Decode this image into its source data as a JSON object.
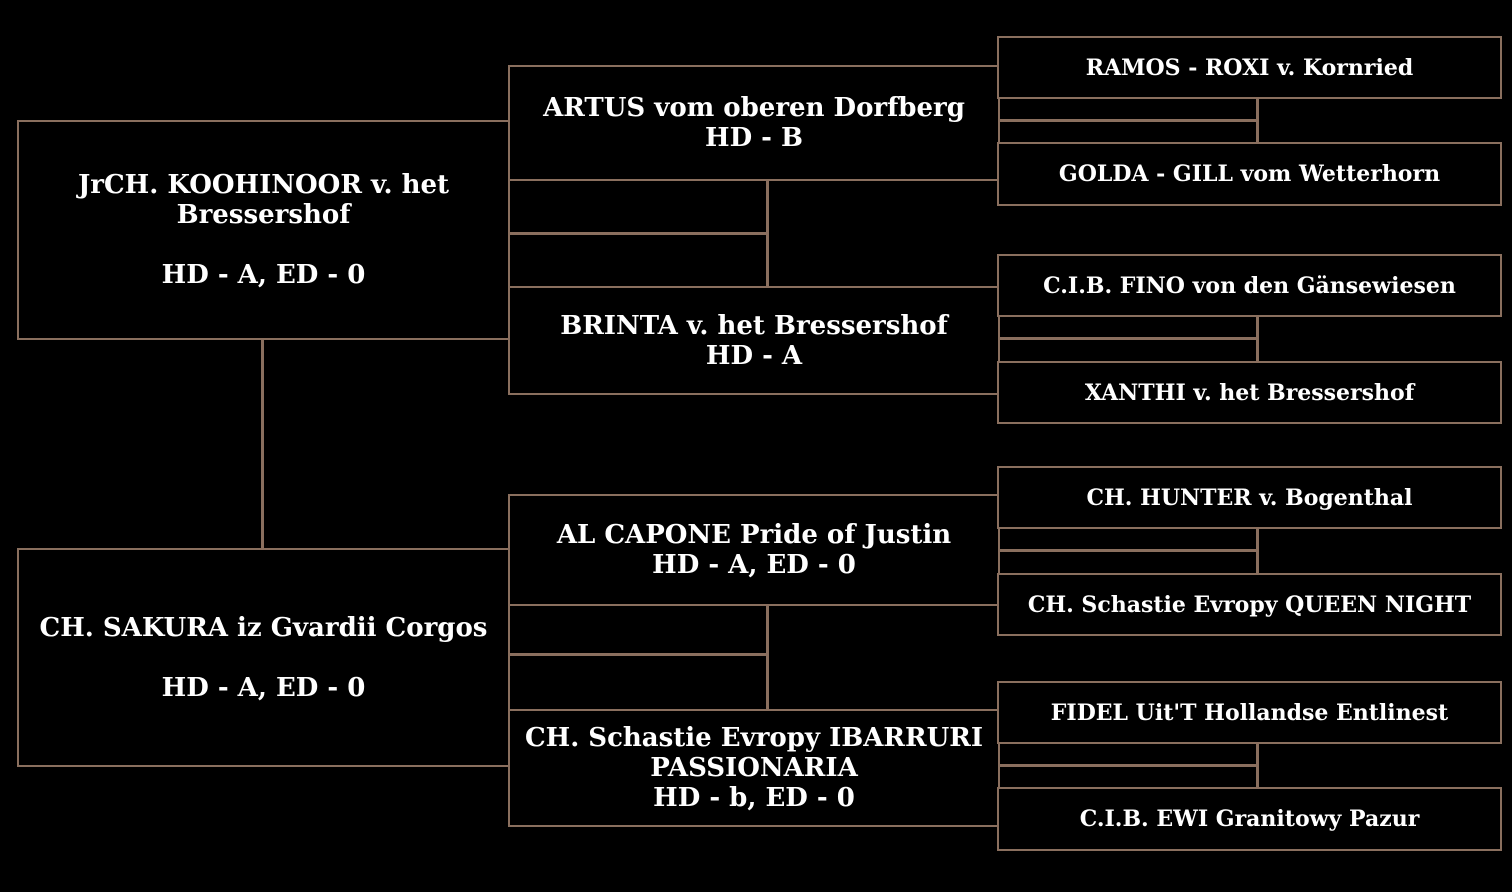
{
  "gen1": {
    "sire": {
      "name_line1": "JrCH. KOOHINOOR v. het",
      "name_line2": "Bressershof",
      "health": "HD - A, ED - 0"
    },
    "dam": {
      "name": "CH. SAKURA iz Gvardii Corgos",
      "health": "HD - A, ED - 0"
    }
  },
  "gen2": {
    "sire_sire": {
      "name": "ARTUS vom oberen Dorfberg",
      "health": "HD - B"
    },
    "sire_dam": {
      "name": "BRINTA v. het Bressershof",
      "health": "HD - A"
    },
    "dam_sire": {
      "name": "AL CAPONE Pride of Justin",
      "health": "HD - A, ED - 0"
    },
    "dam_dam": {
      "name_line1": "CH. Schastie Evropy IBARRURI",
      "name_line2": "PASSIONARIA",
      "health": "HD - b, ED - 0"
    }
  },
  "gen3": [
    "RAMOS - ROXI v. Kornried",
    "GOLDA - GILL vom Wetterhorn",
    "C.I.B. FINO von den Gänsewiesen",
    "XANTHI v. het Bressershof",
    "CH. HUNTER v. Bogenthal",
    "CH. Schastie Evropy QUEEN NIGHT",
    "FIDEL Uit'T Hollandse Entlinest",
    "C.I.B. EWI Granitowy Pazur"
  ]
}
